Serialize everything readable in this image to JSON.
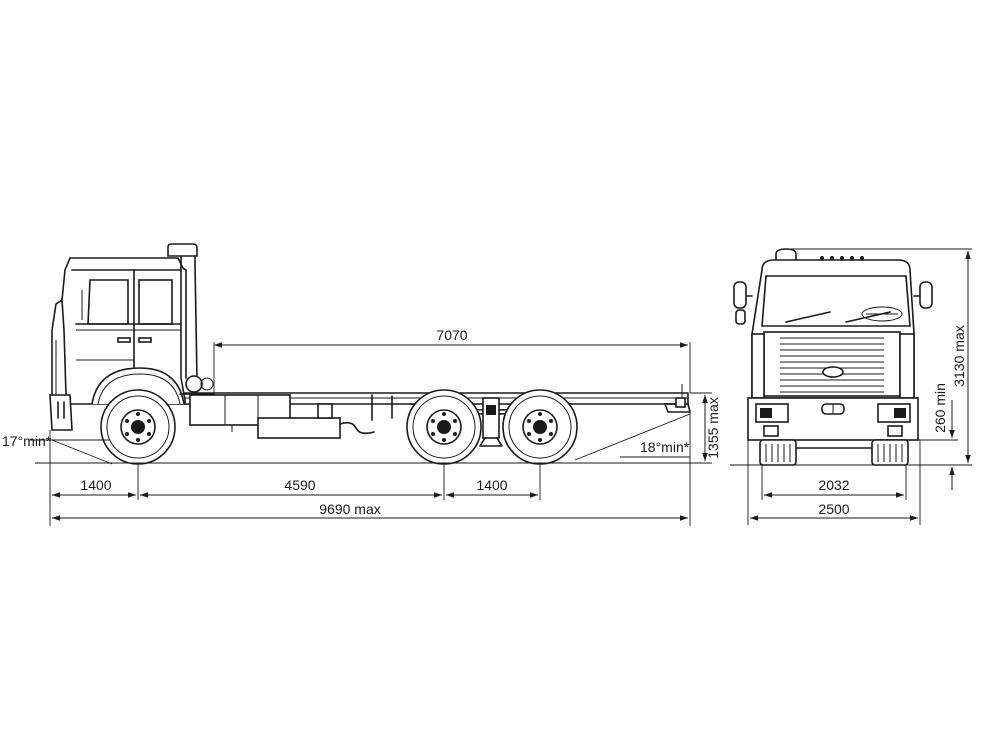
{
  "dimensions": {
    "frame_length": "7070",
    "front_overhang": "1400",
    "wheelbase": "4590",
    "rear_axle_spacing": "1400",
    "overall_length": "9690 max",
    "approach_angle": "17°min*",
    "departure_angle": "18°min*",
    "frame_height": "1355 max",
    "ground_clearance": "260 min",
    "overall_height": "3130 max",
    "track_width": "2032",
    "overall_width": "2500"
  }
}
